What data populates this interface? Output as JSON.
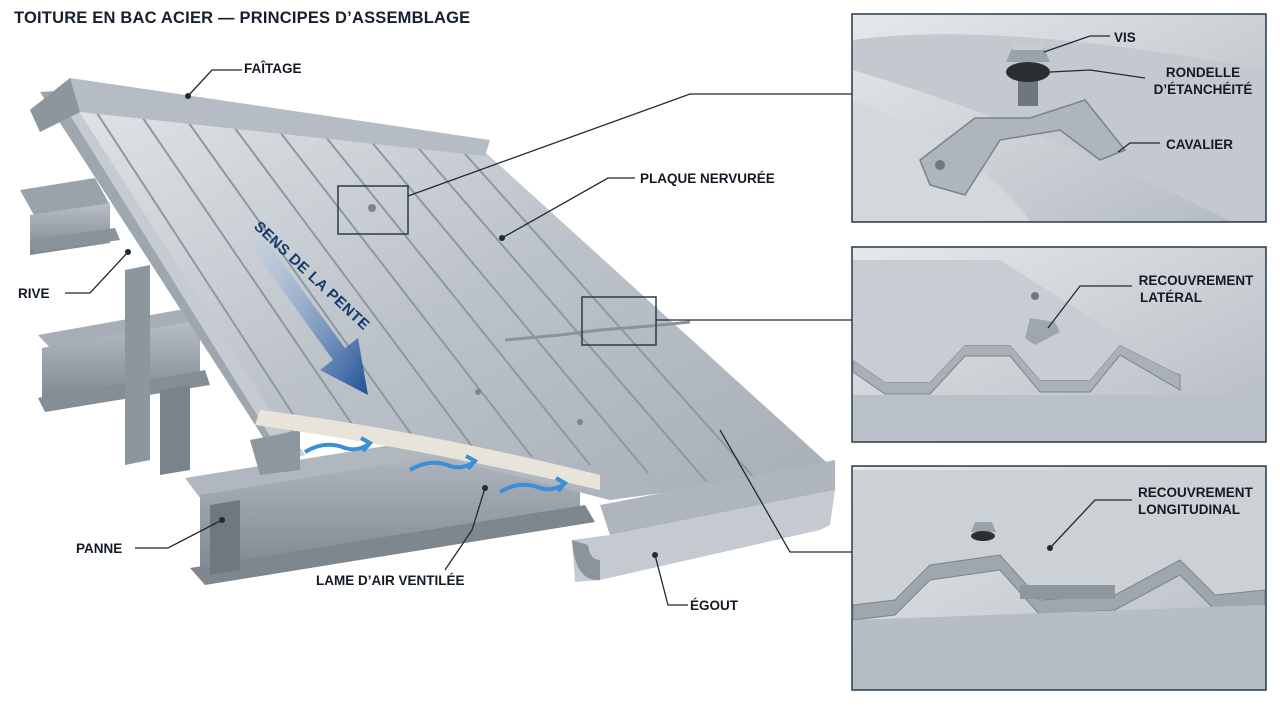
{
  "title": "TOITURE EN BAC ACIER — PRINCIPES D’ASSEMBLAGE",
  "labels": {
    "faitage": "FAÎTAGE",
    "plaque_nervuree": "PLAQUE NERVURÉE",
    "rive": "RIVE",
    "panne": "PANNE",
    "lame_air": "LAME D’AIR VENTILÉE",
    "egout": "ÉGOUT",
    "sens_pente": "SENS DE LA PENTE"
  },
  "details": {
    "fixation": {
      "vis": "VIS",
      "rondelle_l1": "RONDELLE",
      "rondelle_l2": "D’ÉTANCHÉITÉ",
      "cavalier": "CAVALIER"
    },
    "lateral": {
      "l1": "RECOUVREMENT",
      "l2": "LATÉRAL"
    },
    "longitudinal": {
      "l1": "RECOUVREMENT",
      "l2": "LONGITUDINAL"
    }
  },
  "colors": {
    "steel_light": "#c9ced4",
    "steel_mid": "#a4abb3",
    "steel_dark": "#6e767f",
    "frame_border": "#273849",
    "slope_arrow": "#1f4f96",
    "air_arrow": "#3a8fd6",
    "text": "#121a24"
  }
}
